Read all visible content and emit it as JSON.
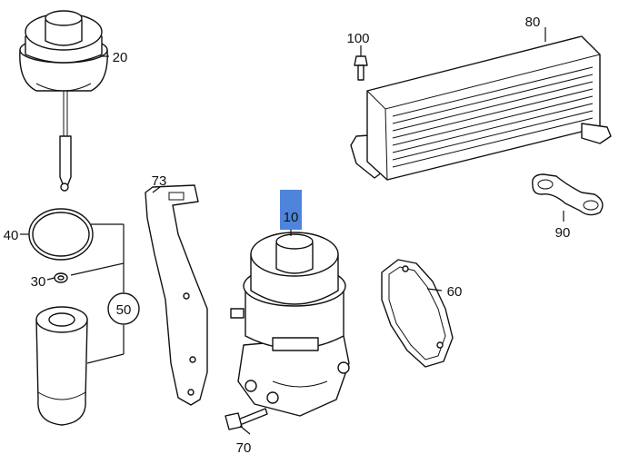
{
  "callouts": {
    "c10": "10",
    "c20": "20",
    "c30": "30",
    "c40": "40",
    "c50": "50",
    "c60": "60",
    "c70": "70",
    "c73": "73",
    "c80": "80",
    "c90": "90",
    "c100": "100"
  },
  "colors": {
    "highlight": "#2f6fd6",
    "ink": "#111111",
    "background": "#ffffff"
  }
}
